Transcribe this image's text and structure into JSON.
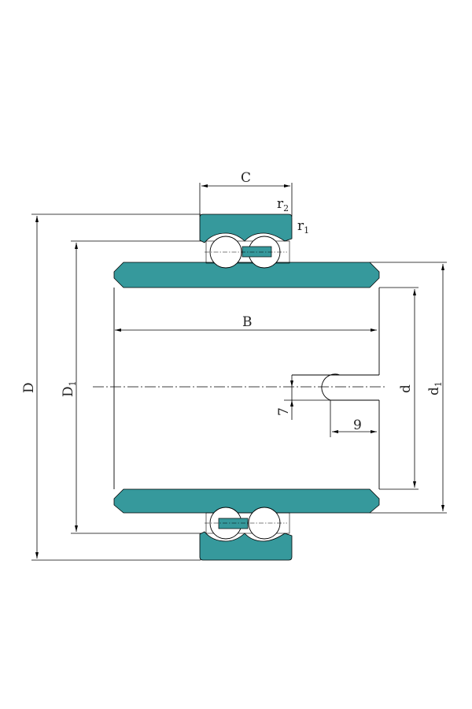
{
  "colors": {
    "ring_fill": "#36999c",
    "line": "#000000",
    "background": "#ffffff"
  },
  "labels": {
    "C": "C",
    "r2_base": "r",
    "r2_sub": "2",
    "r1_base": "r",
    "r1_sub": "1",
    "B": "B",
    "D": "D",
    "D1_base": "D",
    "D1_sub": "1",
    "d": "d",
    "d1_base": "d",
    "d1_sub": "1",
    "seven": "7",
    "nine": "9"
  }
}
